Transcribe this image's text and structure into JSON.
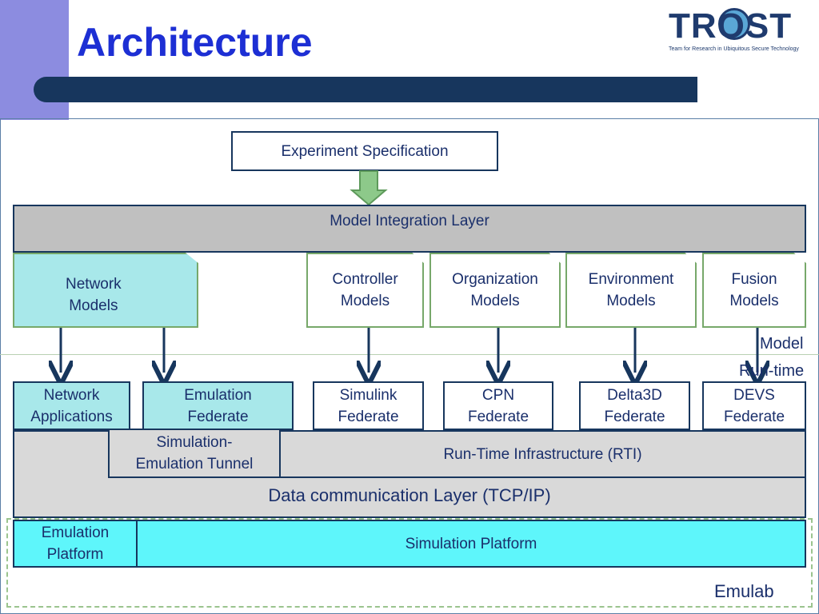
{
  "slide": {
    "title": "Architecture",
    "logo": {
      "text": "TROST",
      "tagline": "Team for Research in Ubiquitous Secure Technology"
    }
  },
  "diagram": {
    "experiment_spec": "Experiment Specification",
    "model_integration_layer": "Model Integration Layer",
    "models": [
      {
        "label": "Network\nModels"
      },
      {
        "label": "Controller\nModels"
      },
      {
        "label": "Organization\nModels"
      },
      {
        "label": "Environment\nModels"
      },
      {
        "label": "Fusion\nModels"
      }
    ],
    "boundary_labels": {
      "model": "Model",
      "runtime": "Run-time"
    },
    "federates": [
      {
        "label": "Network\nApplications"
      },
      {
        "label": "Emulation\nFederate"
      },
      {
        "label": "Simulink\nFederate"
      },
      {
        "label": "CPN\nFederate"
      },
      {
        "label": "Delta3D\nFederate"
      },
      {
        "label": "DEVS\nFederate"
      }
    ],
    "tunnel": "Simulation-\nEmulation Tunnel",
    "rti": "Run-Time Infrastructure (RTI)",
    "data_comm_layer": "Data communication Layer (TCP/IP)",
    "emulation_platform": "Emulation\nPlatform",
    "simulation_platform": "Simulation Platform",
    "emulab": "Emulab"
  },
  "colors": {
    "title": "#1d2fd4",
    "navy_bar": "#17365d",
    "accent_purple": "#8c8ce0",
    "network_fill": "#a8e8ea",
    "cyan_platform": "#5ef6fb",
    "gray_layer": "#c0c0c0",
    "light_gray": "#d9d9d9",
    "green_border": "#77a86a"
  }
}
